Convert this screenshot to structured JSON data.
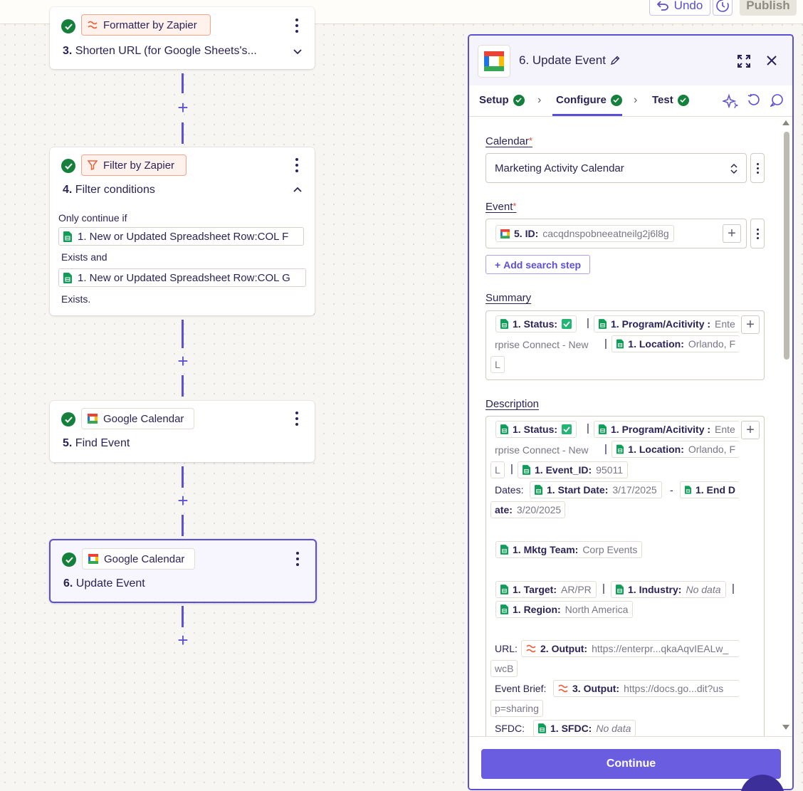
{
  "topbar": {
    "undo_label": "Undo",
    "publish_label": "Publish"
  },
  "canvas": {
    "step3": {
      "app_name": "Formatter by Zapier",
      "number": "3.",
      "title": "Shorten URL (for Google Sheets's..."
    },
    "step4": {
      "app_name": "Filter by Zapier",
      "number": "4.",
      "title": "Filter conditions",
      "only_continue_if": "Only continue if",
      "condition1": "1. New or Updated Spreadsheet Row:COL F",
      "condition1_op": "Exists and",
      "condition2": "1. New or Updated Spreadsheet Row:COL G",
      "condition2_op": "Exists."
    },
    "step5": {
      "app_name": "Google Calendar",
      "number": "5.",
      "title": "Find Event"
    },
    "step6": {
      "app_name": "Google Calendar",
      "number": "6.",
      "title": "Update Event"
    },
    "plus_symbol": "+"
  },
  "panel": {
    "title": "6. Update Event",
    "tabs": [
      {
        "label": "Setup"
      },
      {
        "label": "Configure"
      },
      {
        "label": "Test"
      }
    ],
    "calendar": {
      "label": "Calendar",
      "required_mark": "*",
      "value": "Marketing Activity Calendar"
    },
    "event": {
      "label": "Event",
      "required_mark": "*",
      "pill_key": "5. ID:",
      "pill_value": "cacqdnspobneeatneilg2j6l8g",
      "add_search_label": "Add search step"
    },
    "summary": {
      "label": "Summary",
      "status_key": "1. Status:",
      "program_key": "1. Program/Acitivity :",
      "program_val_a": "Ente",
      "program_val_b": "rprise Connect - New",
      "location_key": "1. Location:",
      "location_val_a": "Orlando, F",
      "location_val_b": "L",
      "pipe": "|"
    },
    "description": {
      "label": "Description",
      "status_key": "1. Status:",
      "program_key": "1. Program/Acitivity :",
      "program_val_a": "Ente",
      "program_val_b": "rprise Connect - New",
      "location_key": "1. Location:",
      "location_val_a": "Orlando, F",
      "location_val_b": "L",
      "event_id_key": "1. Event_ID:",
      "event_id_val": "95011",
      "dates_label": "Dates:",
      "start_key": "1. Start Date:",
      "start_val": "3/17/2025",
      "dash": "-",
      "end_key_a": "1. End D",
      "end_key_b": "ate:",
      "end_val": "3/20/2025",
      "team_key": "1. Mktg Team:",
      "team_val": "Corp Events",
      "target_key": "1. Target:",
      "target_val": "AR/PR",
      "industry_key": "1. Industry:",
      "industry_val": "No data",
      "region_key": "1. Region:",
      "region_val": "North America",
      "url_label": "URL:",
      "output2_key": "2. Output:",
      "output2_val_a": "https://enterpr...qkaAqvIEALw_",
      "output2_val_b": "wcB",
      "brief_label": "Event Brief:",
      "output3_key": "3. Output:",
      "output3_val_a": "https://docs.go...dit?us",
      "output3_val_b": "p=sharing",
      "sfdc_label": "SFDC:",
      "sfdc_key": "1. SFDC:",
      "sfdc_val": "No data",
      "pipe": "|"
    },
    "continue_label": "Continue"
  },
  "colors": {
    "accent": "#5b4fd8",
    "success": "#14803c",
    "sheets_green": "#0f9d58",
    "formatter_orange": "#e8613c"
  }
}
